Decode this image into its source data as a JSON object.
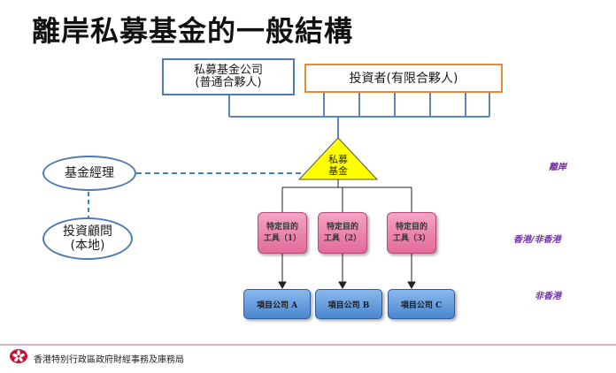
{
  "title": "離岸私募基金的一般結構",
  "fund_company": {
    "line1": "私募基金公司",
    "line2": "(普通合夥人)"
  },
  "investors": {
    "label": "投資者(有限合夥人)"
  },
  "fund_manager": {
    "label": "基金經理"
  },
  "investment_advisor": {
    "line1": "投資顧問",
    "line2": "(本地)"
  },
  "private_fund": {
    "line1": "私募",
    "line2": "基金"
  },
  "spvs": [
    {
      "line1": "特定目的",
      "line2": "工具（1）"
    },
    {
      "line1": "特定目的",
      "line2": "工具（2）"
    },
    {
      "line1": "特定目的",
      "line2": "工具（3）"
    }
  ],
  "projects": [
    {
      "label": "項目公司 A"
    },
    {
      "label": "項目公司 B"
    },
    {
      "label": "項目公司 C"
    }
  ],
  "regions": {
    "offshore": "離岸",
    "hk_non_hk": "香港/非香港",
    "non_hk": "非香港"
  },
  "footer": {
    "text": "香港特別行政區政府財經事務及庫務局"
  },
  "colors": {
    "blue_border": "#4f7bb0",
    "orange_border": "#e68a3a",
    "triangle": "#ffff00",
    "spv_pink": "#e36a9a",
    "project_blue": "#4a86cf",
    "region_text": "#7030a0"
  }
}
